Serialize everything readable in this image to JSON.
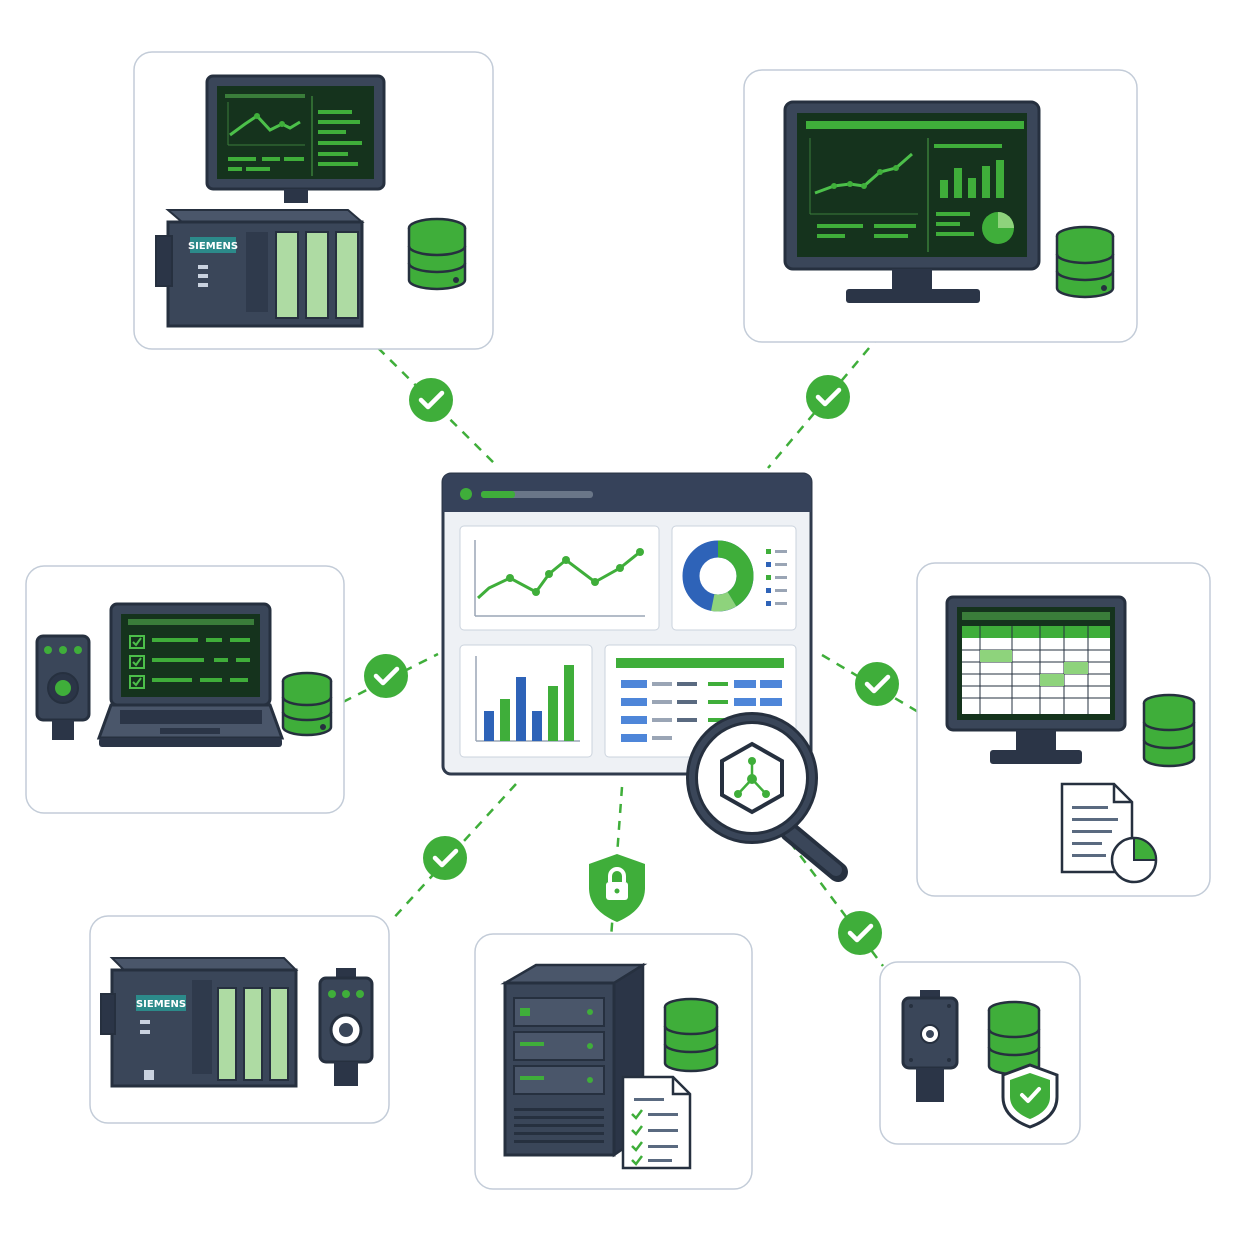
{
  "brand": {
    "plc_label": "SIEMENS"
  },
  "colors": {
    "accent": "#3fae3a",
    "dark": "#3a4659",
    "outline": "#26303f",
    "screen": "#15331d",
    "blue": "#2e63b8",
    "card_border": "#c3ccd8"
  },
  "icons": [
    "check-icon",
    "database-icon",
    "lock-shield-icon",
    "magnifier-icon",
    "network-hex-icon",
    "document-icon",
    "shield-check-icon"
  ],
  "devices": [
    {
      "id": "plc-hmi-top-left"
    },
    {
      "id": "monitor-dashboard-top-right"
    },
    {
      "id": "laptop-sensor-left"
    },
    {
      "id": "monitor-spreadsheet-right"
    },
    {
      "id": "plc-sensor-bottom-left"
    },
    {
      "id": "server-bottom-center"
    },
    {
      "id": "sensor-db-bottom-right"
    }
  ]
}
